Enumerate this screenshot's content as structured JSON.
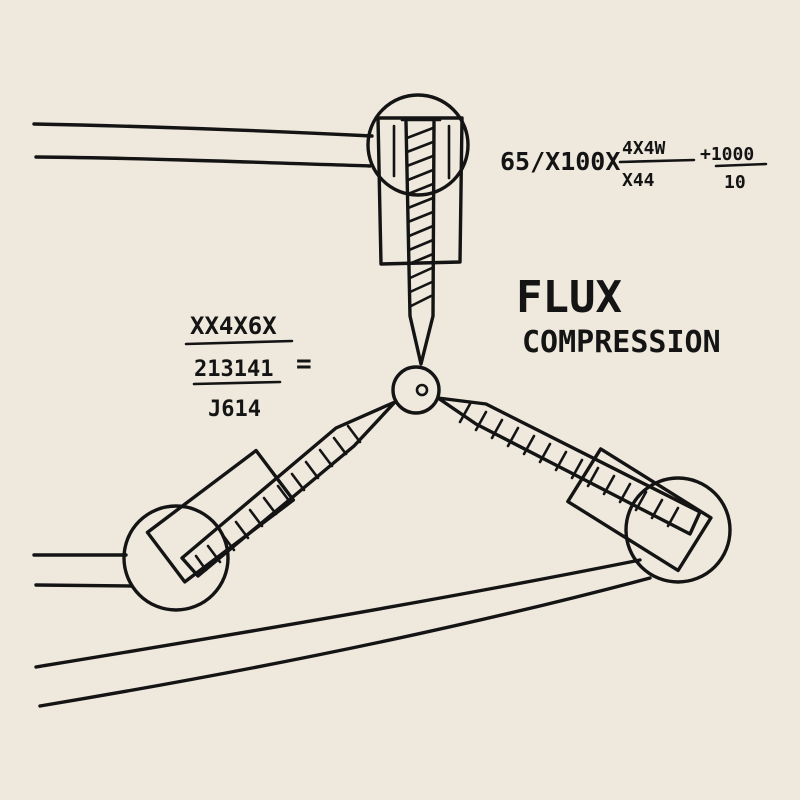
{
  "drawing": {
    "top_formula": {
      "part1": "65/X100X",
      "fraction_a": {
        "numerator": "4X4W",
        "denominator": "X44"
      },
      "fraction_b": {
        "numerator": "+1000",
        "denominator": "10"
      }
    },
    "left_formula": {
      "line1": "XX4X6X",
      "line2": "213141",
      "equals": "=",
      "line3": "J614"
    },
    "title": {
      "line1": "FLUX",
      "line2": "COMPRESSION"
    },
    "ink_color": "#141414",
    "paper_color": "#eee8dd"
  }
}
